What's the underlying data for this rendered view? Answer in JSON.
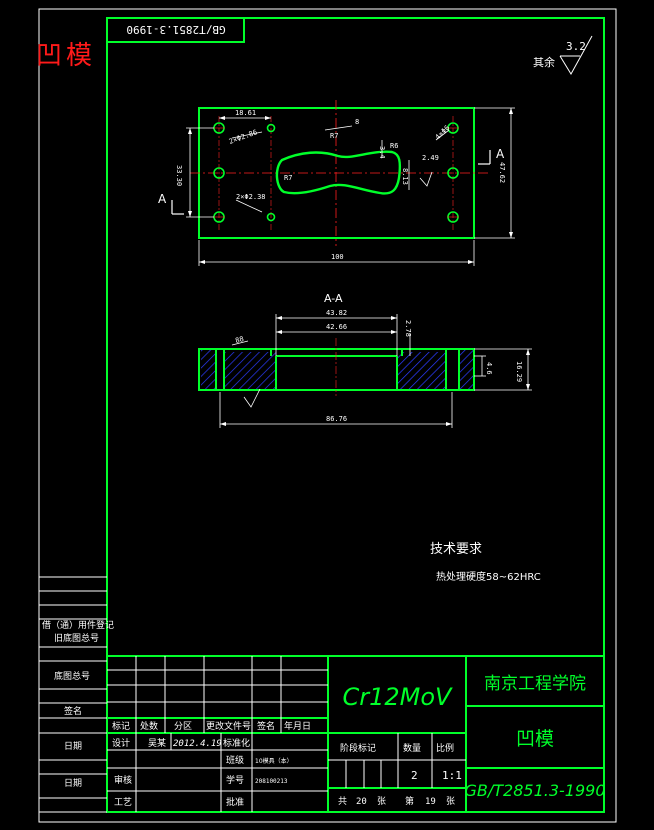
{
  "drawing_title_red": "凹模",
  "stamp_text": "GB/T2851.3-1990",
  "roughness_note": "其余",
  "roughness_value": "3.2",
  "plan_view": {
    "dims": {
      "d18_61": "18.61",
      "d2x_phi2_86": "2×Φ2.86",
      "d8": "8",
      "d_r7": "R7",
      "d3_4": "3.4",
      "d_r6": "R6",
      "d4x_phi6": "4×Φ6",
      "d2_49": "2.49",
      "d8_13": "8.13",
      "d_r7b": "R7",
      "d33_30": "33.30",
      "d2x_phi2_38": "2×Φ2.38",
      "d47_62": "47.62",
      "d100": "100"
    },
    "section_mark_left": "A",
    "section_mark_right": "A"
  },
  "section_view": {
    "title": "A-A",
    "dims": {
      "d43_82": "43.82",
      "d42_66": "42.66",
      "d2_78": "2.78",
      "d88": "88",
      "d4_6": "4.6",
      "d16_29": "16.29",
      "d86_76": "86.76"
    }
  },
  "tech_req": {
    "heading": "技术要求",
    "line1": "热处理硬度58~62HRC"
  },
  "left_strip": {
    "row1": "借（通）用件登记",
    "row2": "旧底图总号",
    "row3": "底图总号",
    "row4": "签名",
    "row5": "日期",
    "row6": "日期"
  },
  "title_block": {
    "material": "Cr12MoV",
    "school": "南京工程学院",
    "part_name": "凹模",
    "standard": "GB/T2851.3-1990",
    "hdr_mark": "标记",
    "hdr_count": "处数",
    "hdr_zone": "分区",
    "hdr_docno": "更改文件号",
    "hdr_sign": "签名",
    "hdr_date": "年月日",
    "design_label": "设计",
    "designer": "吴某",
    "design_date": "2012.4.19",
    "std_label": "标准化",
    "class_label": "班级",
    "class_value": "10模具（本）",
    "id_label": "学号",
    "id_value": "208100213",
    "review_label": "审核",
    "craft_label": "工艺",
    "approve_label": "批准",
    "stage_label": "阶段标记",
    "qty_label": "数量",
    "scale_label": "比例",
    "qty_value": "2",
    "scale_value": "1:1",
    "total_label": "共",
    "total_value": "20",
    "sheets_label": "张",
    "sheet_no_label": "第",
    "sheet_no_value": "19",
    "sheet_label": "张"
  }
}
